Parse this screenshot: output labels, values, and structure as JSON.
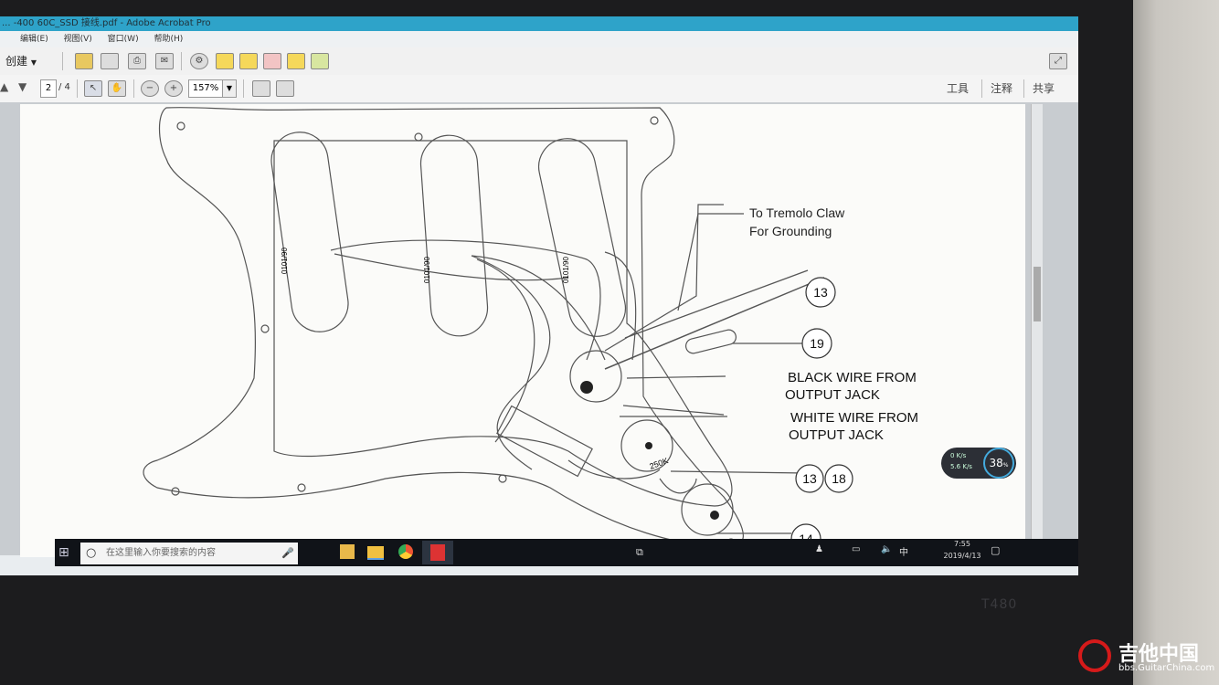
{
  "window": {
    "title": "... -400 60C_SSD 接线.pdf - Adobe Acrobat Pro",
    "menu": [
      "编辑(E)",
      "视图(V)",
      "窗口(W)",
      "帮助(H)"
    ]
  },
  "toolbar": {
    "create_label": "创建",
    "page_current": "2",
    "page_total": "/ 4",
    "zoom": "157%",
    "tools_label": "工具",
    "comment_label": "注释",
    "share_label": "共享"
  },
  "diagram": {
    "callouts": [
      {
        "num": "13"
      },
      {
        "num": "19"
      },
      {
        "num": "13"
      },
      {
        "num": "18"
      },
      {
        "num": "14"
      }
    ],
    "labels": {
      "tremolo_1": "To Tremolo Claw",
      "tremolo_2": "For Grounding",
      "black_1": "BLACK WIRE  FROM",
      "black_2": "OUTPUT JACK",
      "white_1": "WHITE WIRE FROM",
      "white_2": "OUTPUT JACK",
      "pot_value": "250K",
      "pickup_code_1": "0101/90",
      "pickup_code_2": "0101/90",
      "pickup_code_3": "0101/90"
    }
  },
  "taskbar": {
    "search_placeholder": "在这里输入你要搜索的内容",
    "time": "7:55",
    "date": "2019/4/13",
    "ime": "中"
  },
  "monitor_widget": {
    "percent": "38",
    "unit": "%",
    "up": "0 K/s",
    "down": "5.6 K/s"
  },
  "laptop_model": "T480",
  "watermark": {
    "brand": "吉他中国",
    "url": "bbs.GuitarChina.com"
  }
}
